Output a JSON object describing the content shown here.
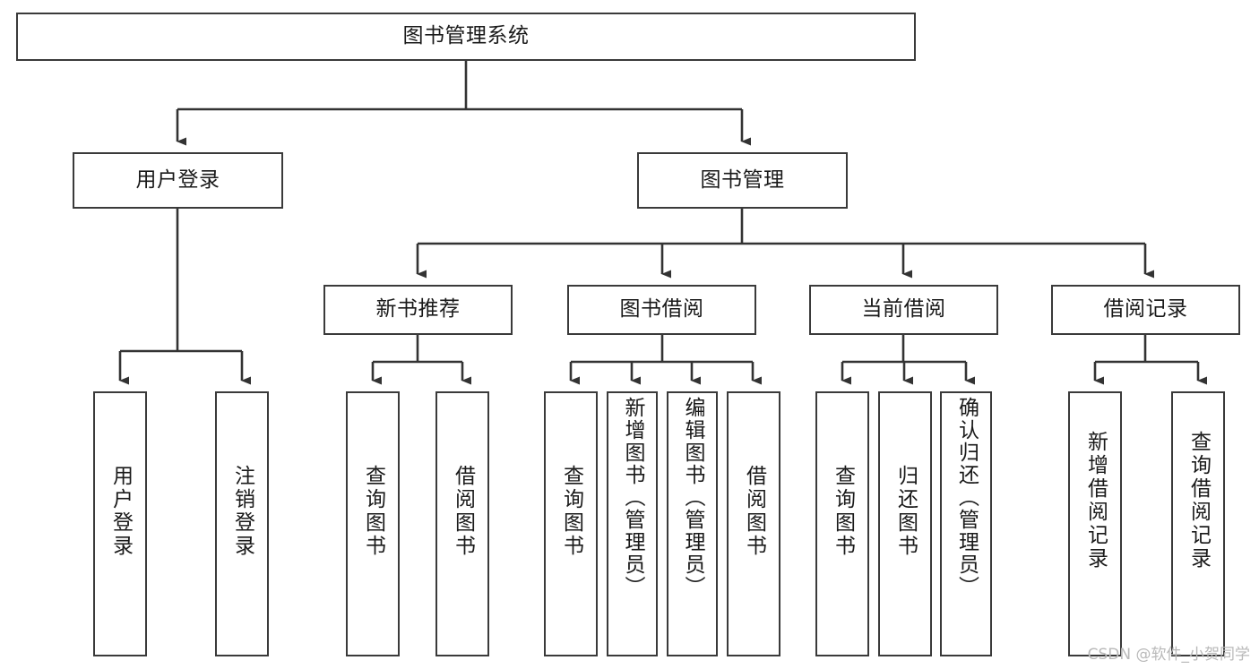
{
  "diagram": {
    "type": "tree-hierarchy",
    "title": "图书管理系统",
    "watermark": "CSDN @软件_小贺同学",
    "colors": {
      "box_border": "#3a3a3a",
      "box_fill": "#ffffff",
      "connector": "#333333",
      "text": "#1a1a1a",
      "watermark": "#b9b9b9"
    },
    "nodes": {
      "root": {
        "label": "图书管理系统"
      },
      "level2": [
        {
          "id": "user-login",
          "label": "用户登录"
        },
        {
          "id": "book-manage",
          "label": "图书管理"
        }
      ],
      "level3": [
        {
          "id": "new-book-recommend",
          "label": "新书推荐"
        },
        {
          "id": "book-borrow",
          "label": "图书借阅"
        },
        {
          "id": "current-borrow",
          "label": "当前借阅"
        },
        {
          "id": "borrow-record",
          "label": "借阅记录"
        }
      ],
      "leaves": {
        "user_login": [
          {
            "id": "leaf-user-login",
            "label": "用户登录"
          },
          {
            "id": "leaf-logout-login",
            "label": "注销登录"
          }
        ],
        "new_book_recommend": [
          {
            "id": "leaf-query-book-1",
            "label": "查询图书"
          },
          {
            "id": "leaf-borrow-book-1",
            "label": "借阅图书"
          }
        ],
        "book_borrow": [
          {
            "id": "leaf-query-book-2",
            "label": "查询图书"
          },
          {
            "id": "leaf-add-book",
            "label": "新增图书（管理员）"
          },
          {
            "id": "leaf-edit-book",
            "label": "编辑图书（管理员）"
          },
          {
            "id": "leaf-borrow-book-2",
            "label": "借阅图书"
          }
        ],
        "current_borrow": [
          {
            "id": "leaf-query-book-3",
            "label": "查询图书"
          },
          {
            "id": "leaf-return-book",
            "label": "归还图书"
          },
          {
            "id": "leaf-confirm-return",
            "label": "确认归还（管理员）"
          }
        ],
        "borrow_record": [
          {
            "id": "leaf-add-record",
            "label": "新增借阅记录"
          },
          {
            "id": "leaf-query-record",
            "label": "查询借阅记录"
          }
        ]
      }
    }
  }
}
